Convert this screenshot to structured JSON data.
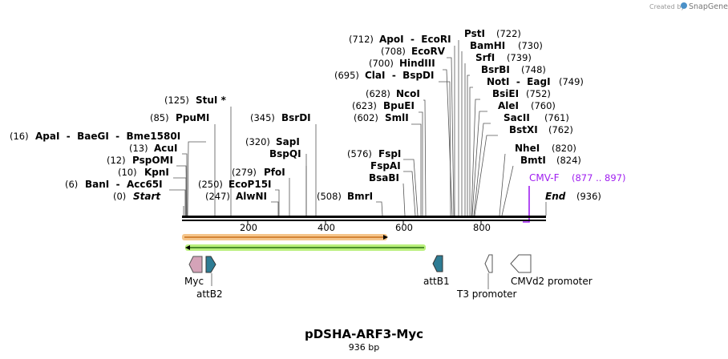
{
  "credit": {
    "prefix": "Created by",
    "brand": "SnapGene"
  },
  "plasmid": {
    "name": "pDSHA-ARF3-Myc",
    "size_label": "936 bp",
    "length_bp": 936
  },
  "ruler_ticks": [
    "200",
    "400",
    "600",
    "800"
  ],
  "colors": {
    "primer": "#a020f0",
    "myc": "#d4a3b8",
    "att": "#2e7c94",
    "t3": "#ffffff",
    "orange_arrow": "#f5c58a",
    "orange_border": "#c96f1a",
    "green_arrow": "#b9f07c",
    "green_border": "#2b6e12"
  },
  "enzymes": [
    {
      "id": "start",
      "pos": "(0)",
      "label": "Start",
      "italic": true
    },
    {
      "id": "banI",
      "pos": "(6)",
      "label": "BanI  -  Acc65I"
    },
    {
      "id": "kpnI",
      "pos": "(10)",
      "label": "KpnI"
    },
    {
      "id": "pspomi",
      "pos": "(12)",
      "label": "PspOMI"
    },
    {
      "id": "acuI",
      "pos": "(13)",
      "label": "AcuI"
    },
    {
      "id": "apaI",
      "pos": "(16)",
      "label": "ApaI  -  BaeGI  -  Bme1580I"
    },
    {
      "id": "ppumi",
      "pos": "(85)",
      "label": "PpuMI"
    },
    {
      "id": "stuI",
      "pos": "(125)",
      "label": "StuI *"
    },
    {
      "id": "alwnI",
      "pos": "(247)",
      "label": "AlwNI"
    },
    {
      "id": "ecop15I",
      "pos": "(250)",
      "label": "EcoP15I"
    },
    {
      "id": "pfoI",
      "pos": "(279)",
      "label": "PfoI"
    },
    {
      "id": "bspqI",
      "pos": "",
      "label": "BspQI"
    },
    {
      "id": "sapI",
      "pos": "(320)",
      "label": "SapI"
    },
    {
      "id": "bsrdI",
      "pos": "(345)",
      "label": "BsrDI"
    },
    {
      "id": "bmrI",
      "pos": "(508)",
      "label": "BmrI"
    },
    {
      "id": "bsabI",
      "pos": "",
      "label": "BsaBI"
    },
    {
      "id": "fspai",
      "pos": "",
      "label": "FspAI"
    },
    {
      "id": "fspI",
      "pos": "(576)",
      "label": "FspI"
    },
    {
      "id": "smlI",
      "pos": "(602)",
      "label": "SmlI"
    },
    {
      "id": "bpuei",
      "pos": "(623)",
      "label": "BpuEI"
    },
    {
      "id": "ncoI",
      "pos": "(628)",
      "label": "NcoI"
    },
    {
      "id": "claI",
      "pos": "(695)",
      "label": "ClaI  -  BspDI"
    },
    {
      "id": "hindIII",
      "pos": "(700)",
      "label": "HindIII"
    },
    {
      "id": "ecorv",
      "pos": "(708)",
      "label": "EcoRV"
    },
    {
      "id": "apoI",
      "pos": "(712)",
      "label": "ApoI  -  EcoRI"
    },
    {
      "id": "pstI",
      "pos": "(722)",
      "label": "PstI"
    },
    {
      "id": "bamhI",
      "pos": "(730)",
      "label": "BamHI"
    },
    {
      "id": "srfI",
      "pos": "(739)",
      "label": "SrfI"
    },
    {
      "id": "bsrbi",
      "pos": "(748)",
      "label": "BsrBI"
    },
    {
      "id": "notI",
      "pos": "(749)",
      "label": "NotI  -  EagI"
    },
    {
      "id": "bsiei",
      "pos": "(752)",
      "label": "BsiEI"
    },
    {
      "id": "aleI",
      "pos": "(760)",
      "label": "AleI"
    },
    {
      "id": "sacII",
      "pos": "(761)",
      "label": "SacII"
    },
    {
      "id": "bstxi",
      "pos": "(762)",
      "label": "BstXI"
    },
    {
      "id": "nheI",
      "pos": "(820)",
      "label": "NheI"
    },
    {
      "id": "bmtI",
      "pos": "(824)",
      "label": "BmtI"
    },
    {
      "id": "end",
      "pos": "(936)",
      "label": "End",
      "italic": true
    }
  ],
  "primer": {
    "label": "CMV-F",
    "range": "(877 .. 897)"
  },
  "features": [
    {
      "id": "myc",
      "label": "Myc"
    },
    {
      "id": "attb2",
      "label": "attB2"
    },
    {
      "id": "attb1",
      "label": "attB1"
    },
    {
      "id": "t3",
      "label": "T3 promoter"
    },
    {
      "id": "cmvd2",
      "label": "CMVd2 promoter"
    }
  ]
}
